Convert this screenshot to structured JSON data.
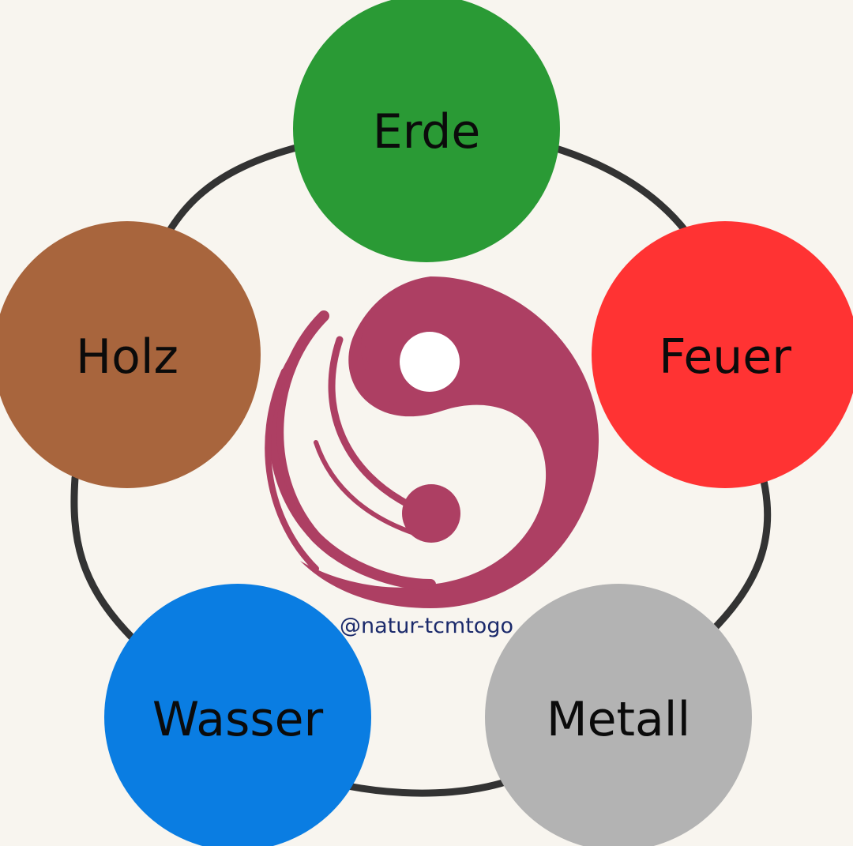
{
  "diagram": {
    "background_color": "#f8f5ef",
    "ring_color": "#333333",
    "symbol": {
      "name": "yin-yang-brush-icon",
      "color": "#ad3f63",
      "dot_light_color": "#ffffff"
    },
    "handle": "@natur-tcmtogo",
    "elements": [
      {
        "key": "erde",
        "label": "Erde",
        "color": "#2a9a35"
      },
      {
        "key": "feuer",
        "label": "Feuer",
        "color": "#ff3333"
      },
      {
        "key": "metall",
        "label": "Metall",
        "color": "#b3b3b3"
      },
      {
        "key": "wasser",
        "label": "Wasser",
        "color": "#0a7de2"
      },
      {
        "key": "holz",
        "label": "Holz",
        "color": "#a8653d"
      }
    ]
  }
}
